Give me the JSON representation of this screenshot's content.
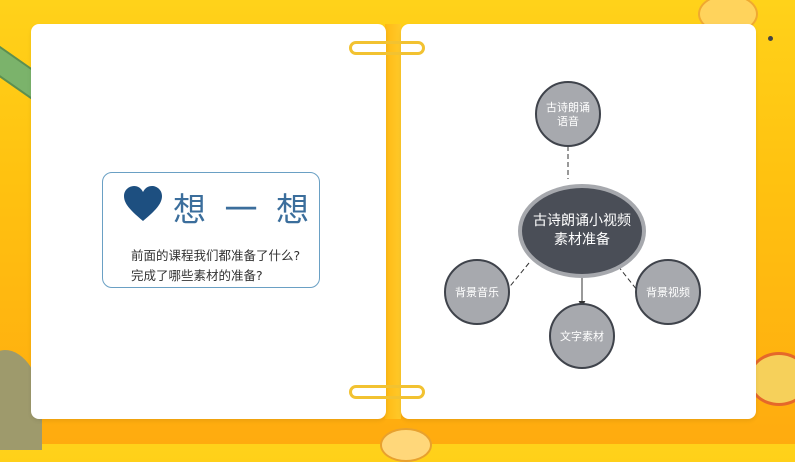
{
  "think": {
    "title": "想 一 想",
    "lines": [
      "前面的课程我们都准备了什么?",
      "完成了哪些素材的准备?"
    ]
  },
  "mindmap": {
    "center": {
      "lines": [
        "古诗朗诵小视频",
        "素材准备"
      ]
    },
    "branches": [
      {
        "id": "top",
        "lines": [
          "古诗朗诵",
          "语音"
        ]
      },
      {
        "id": "left",
        "lines": [
          "背景音乐"
        ]
      },
      {
        "id": "bottom",
        "lines": [
          "文字素材"
        ]
      },
      {
        "id": "right",
        "lines": [
          "背景视频"
        ]
      }
    ]
  },
  "colors": {
    "center_fill": "#4a4e57",
    "center_border": "#a6a8ad",
    "branch_fill": "#a7a9ae",
    "branch_border": "#3f434b",
    "heart": "#1d4f80",
    "title": "#3b6e9c"
  }
}
